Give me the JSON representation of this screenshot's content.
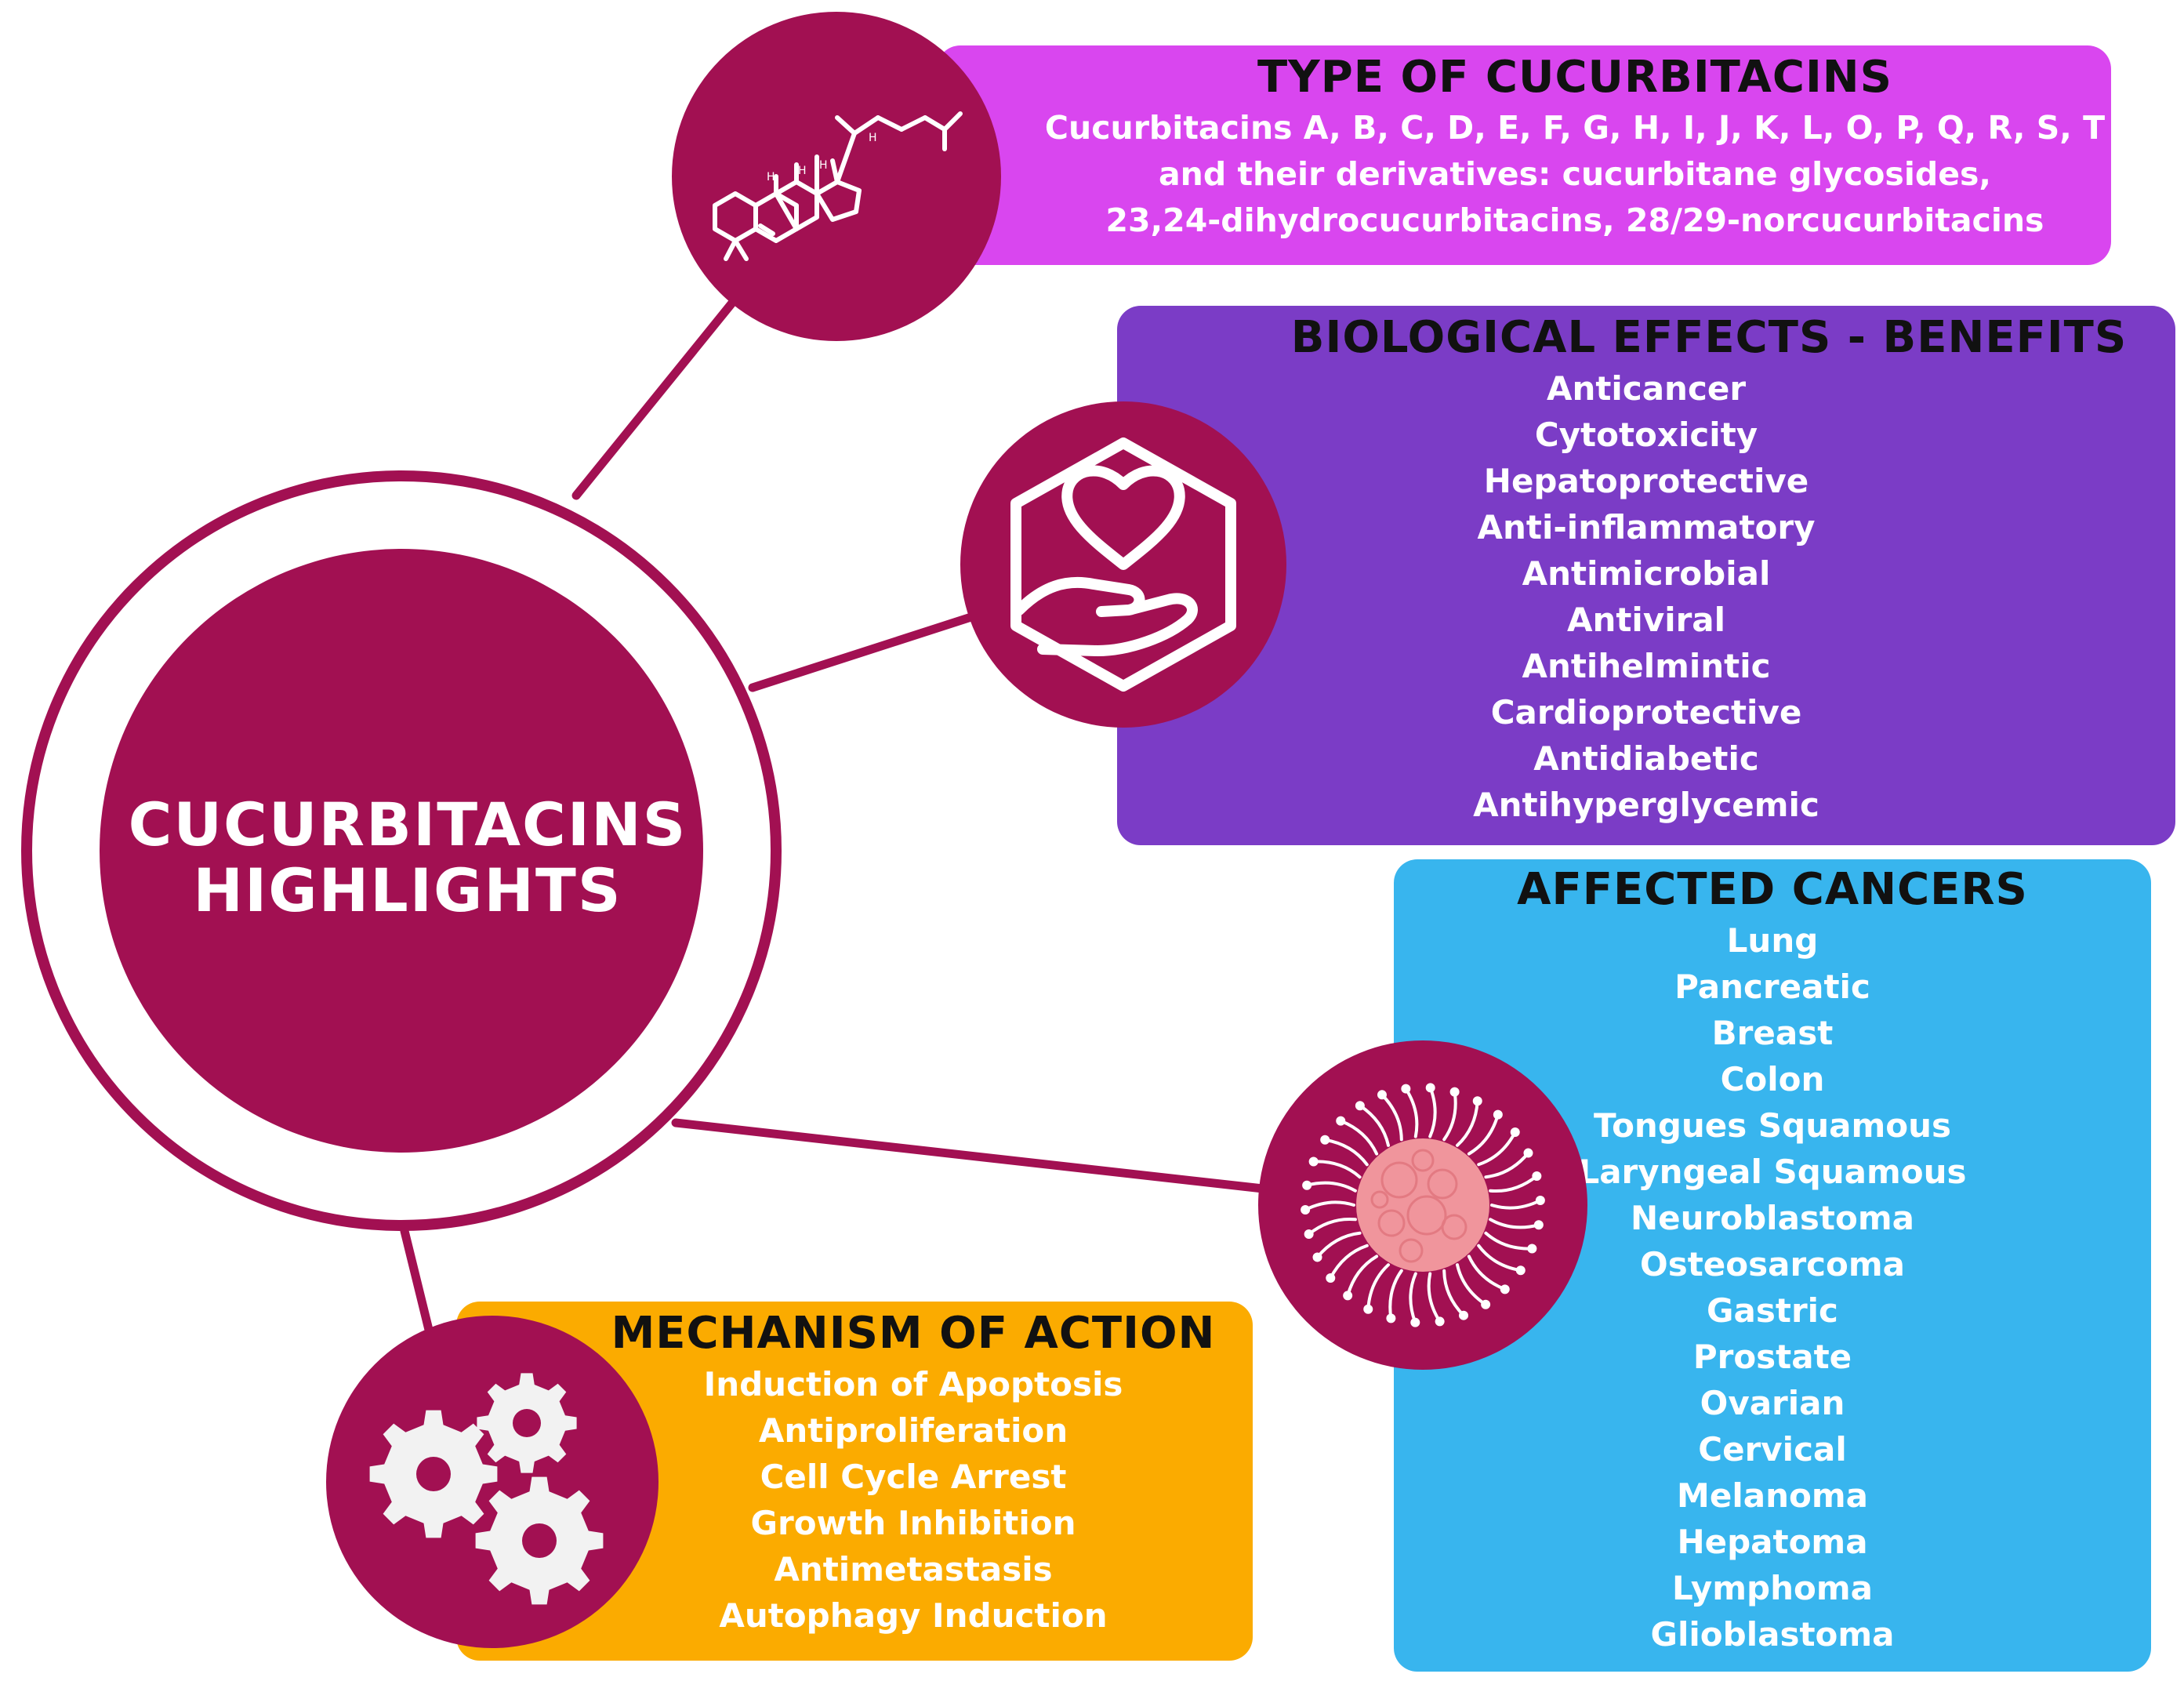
{
  "colors": {
    "maroon": "#a21052",
    "type_box": "#d946ef",
    "bio_box": "#7b3cc6",
    "cancer_box": "#38b5ee",
    "mechanism_box": "#fbab00",
    "cell_body": "#f0959c"
  },
  "center": {
    "title_line1": "CUCURBITACINS",
    "title_line2": "HIGHLIGHTS"
  },
  "type_box": {
    "title": "TYPE OF CUCURBITACINS",
    "lines": [
      "Cucurbitacins A, B, C, D, E, F, G, H, I, J, K, L, O, P, Q, R, S, T",
      "and their  derivatives: cucurbitane glycosides,",
      "23,24-dihydrocucurbitacins,  28/29-norcucurbitacins"
    ],
    "icon": "steroid-structure-icon"
  },
  "bio_box": {
    "title": "BIOLOGICAL EFFECTS - BENEFITS",
    "items": [
      "Anticancer",
      "Cytotoxicity",
      "Hepatoprotective",
      "Anti-inflammatory",
      "Antimicrobial",
      "Antiviral",
      "Antihelmintic",
      "Cardioprotective",
      "Antidiabetic",
      "Antihyperglycemic"
    ],
    "icon": "heart-in-hand-icon"
  },
  "cancer_box": {
    "title": "AFFECTED CANCERS",
    "items": [
      "Lung",
      "Pancreatic",
      "Breast",
      "Colon",
      "Tongues Squamous",
      "Laryngeal Squamous",
      "Neuroblastoma",
      "Osteosarcoma",
      "Gastric",
      "Prostate",
      "Ovarian",
      "Cervical",
      "Melanoma",
      "Hepatoma",
      "Lymphoma",
      "Glioblastoma"
    ],
    "icon": "cancer-cell-icon"
  },
  "mechanism_box": {
    "title": "MECHANISM OF ACTION",
    "items": [
      "Induction of Apoptosis",
      "Antiproliferation",
      "Cell Cycle Arrest",
      "Growth Inhibition",
      "Antimetastasis",
      "Autophagy Induction"
    ],
    "icon": "gears-icon"
  }
}
